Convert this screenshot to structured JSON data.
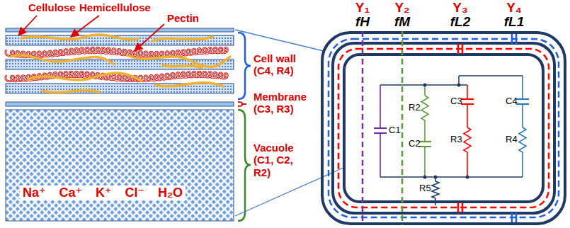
{
  "diagram": {
    "labels": [
      "Cellulose",
      "Hemicellulose",
      "Pectin",
      "Cell wall (C4, R4)",
      "Membrane (C3, R3)",
      "Vacuole (C1, C2, R2)",
      "Na⁺ Ca⁺ K⁺ Cl⁻ H₂O",
      "Y₁",
      "fH",
      "Y₂",
      "fM",
      "Y₃",
      "fL2",
      "Y₄",
      "fL1",
      "C1",
      "R2",
      "C2",
      "C3",
      "R3",
      "C4",
      "R4",
      "R5"
    ]
  }
}
